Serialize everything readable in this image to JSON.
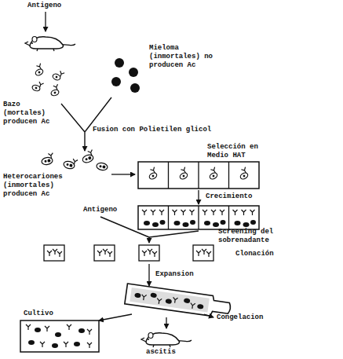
{
  "diagram": {
    "labels": [
      "Antigeno",
      "Mieloma (inmortales) no producen Ac",
      "Bazo (mortales) producen Ac",
      "Fusion con Polietilen glicol",
      "Heterocariones (inmortales) producen Ac",
      "Selección en Medio HAT",
      "Crecimiento",
      "Antigeno",
      "Screening del sobrenadante",
      "Clonación",
      "Expansion",
      "Cultivo",
      "Congelacion",
      "ascitis"
    ]
  }
}
